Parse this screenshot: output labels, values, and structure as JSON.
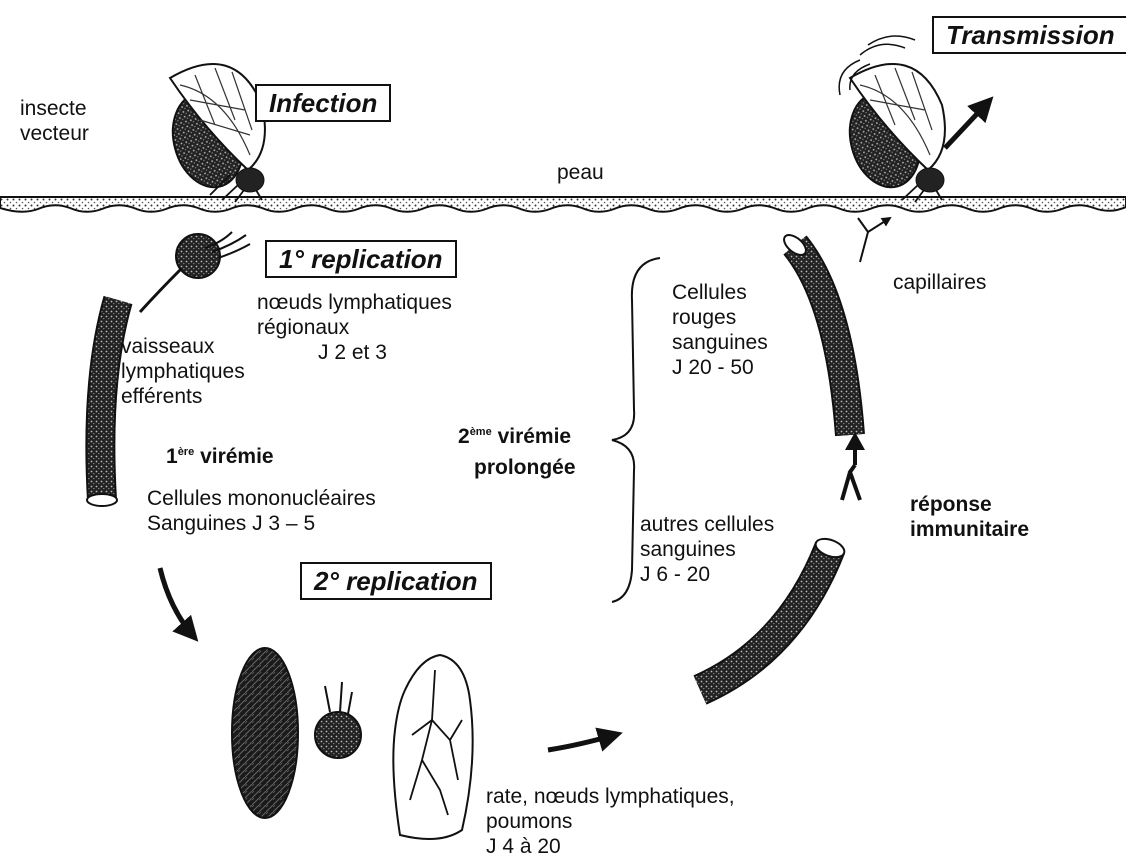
{
  "labels": {
    "vector": "insecte\nvecteur",
    "skin": "peau",
    "lymph_nodes_regional": "nœuds lymphatiques\nrégionaux",
    "lymph_nodes_day": "J 2 et 3",
    "efferent_vessels": "vaisseaux\nlymphatiques\nefférents",
    "viremia1_num": "1",
    "viremia1_sup": "ère",
    "viremia1_word": "virémie",
    "mononuclear_cells": "Cellules mononucléaires\nSanguines  J 3 – 5",
    "red_cells": "Cellules\nrouges\nsanguines\nJ 20 - 50",
    "viremia2_num": "2",
    "viremia2_sup": "ème",
    "viremia2_word": "virémie",
    "viremia2_prolonged": "prolongée",
    "other_cells": "autres cellules\nsanguines\nJ 6 - 20",
    "capillaries": "capillaires",
    "immune_response": "réponse\nimmunitaire",
    "organs": "rate, nœuds lymphatiques,\npoumons\nJ 4 à 20"
  },
  "stages": {
    "infection": "Infection",
    "transmission": "Transmission",
    "replication1": "1° replication",
    "replication2": "2° replication"
  },
  "icons": [
    "insect-vector-icon",
    "insect-transmission-icon",
    "lymph-node-icon",
    "spleen-icon",
    "lung-icon",
    "blood-vessel-icon"
  ]
}
